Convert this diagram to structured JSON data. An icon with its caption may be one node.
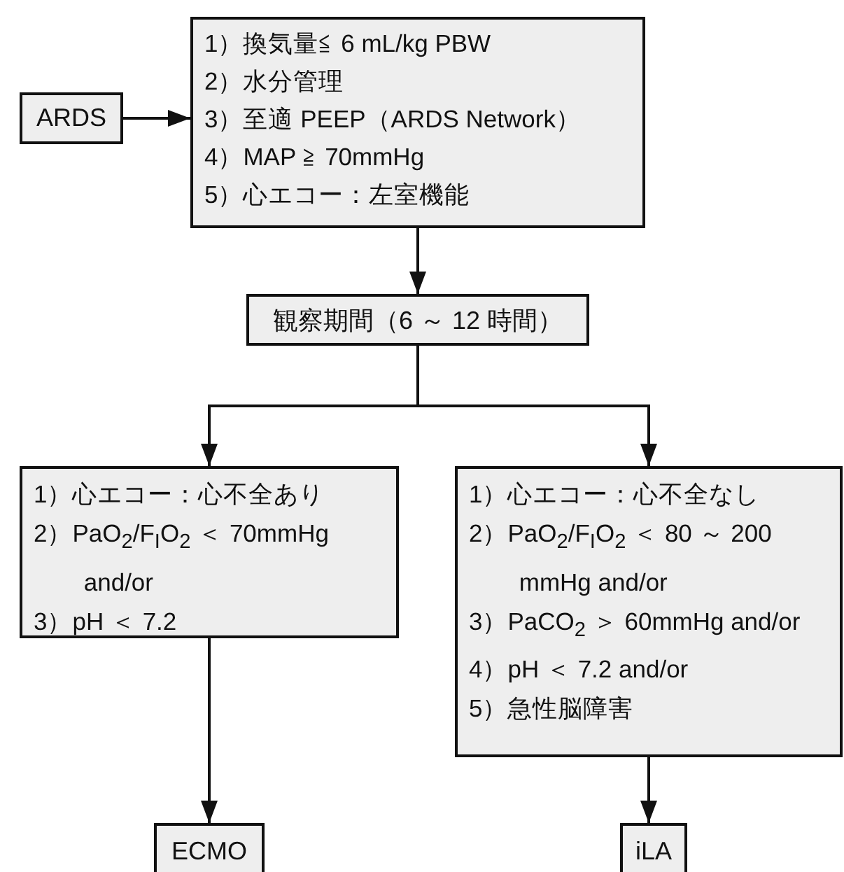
{
  "diagram": {
    "nodes": [
      {
        "text": [
          "ARDS"
        ]
      },
      {
        "text": [
          "1）換気量≦ 6 mL/kg PBW",
          "2）水分管理",
          "3）至適 PEEP（ARDS Network）",
          "4）MAP ≧ 70mmHg",
          "5）心エコー：左室機能"
        ]
      },
      {
        "text": [
          "観察期間（6 ～ 12 時間）"
        ]
      },
      {
        "text": [
          "1）心エコー：心不全あり",
          "2）PaO$_{2}$/F$_{I}$O$_{2}$ ＜ 70mmHg and/or",
          "3）pH ＜ 7.2"
        ]
      },
      {
        "text": [
          "1）心エコー：心不全なし",
          "2）PaO$_{2}$/F$_{I}$O$_{2}$ ＜ 80 ～ 200 mmHg and/or",
          "3）PaCO$_{2}$ ＞ 60mmHg and/or",
          "4）pH ＜ 7.2 and/or",
          "5）急性脳障害"
        ]
      },
      {
        "text": [
          "ECMO"
        ]
      },
      {
        "text": [
          "iLA"
        ]
      }
    ],
    "edges": [
      {
        "from": 0,
        "to": 1,
        "arrow": "to"
      },
      {
        "from": 1,
        "to": 2,
        "arrow": "to"
      },
      {
        "from": 2,
        "to": 3,
        "arrow": "to"
      },
      {
        "from": 2,
        "to": 4,
        "arrow": "to"
      },
      {
        "from": 3,
        "to": 5,
        "arrow": "to"
      },
      {
        "from": 4,
        "to": 6,
        "arrow": "to"
      }
    ]
  }
}
